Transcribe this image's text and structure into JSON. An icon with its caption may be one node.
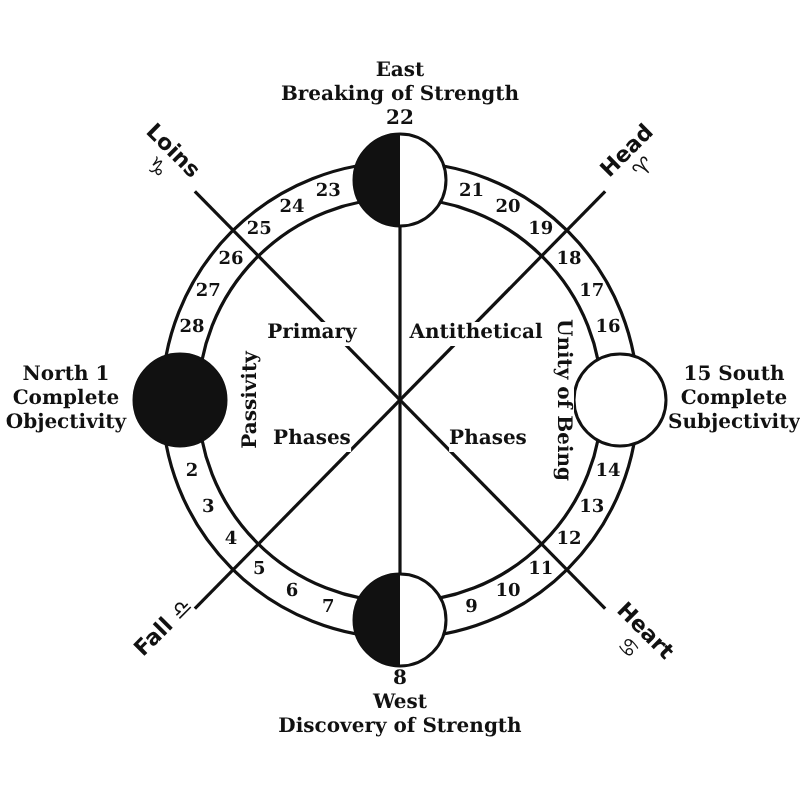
{
  "diagram": {
    "nodes": [
      {
        "text": [
          "East",
          "Breaking of Strength",
          "22"
        ]
      },
      {
        "text": [
          "North 1",
          "Complete Objectivity"
        ]
      },
      {
        "text": [
          "15 South",
          "Complete Subjectivity"
        ]
      },
      {
        "text": [
          "8",
          "West",
          "Discovery of Strength"
        ]
      },
      {
        "text": [
          "Loins ♑"
        ]
      },
      {
        "text": [
          "Head ♈"
        ]
      },
      {
        "text": [
          "Fall ♎"
        ]
      },
      {
        "text": [
          "Heart ♋"
        ]
      }
    ],
    "edges": [
      {
        "from": 0,
        "to": 3,
        "arrow": "none"
      },
      {
        "from": 4,
        "to": 7,
        "arrow": "none"
      },
      {
        "from": 5,
        "to": 6,
        "arrow": "none"
      }
    ],
    "labels": [
      "23",
      "21",
      "24",
      "20",
      "25",
      "19",
      "26",
      "18",
      "27",
      "17",
      "28",
      "16",
      "Primary",
      "Antithetical",
      "Passivity",
      "Unity of Being",
      "Phases",
      "Phases",
      "2",
      "14",
      "3",
      "13",
      "4",
      "12",
      "5",
      "11",
      "6",
      "10",
      "7",
      "9"
    ]
  }
}
